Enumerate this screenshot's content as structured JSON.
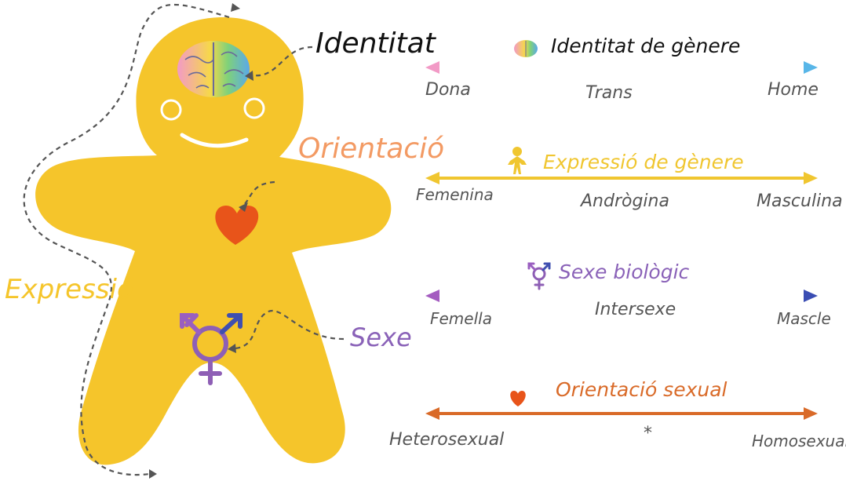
{
  "colors": {
    "body": "#f5c52b",
    "dashed": "#555555",
    "identity_text": "#111111",
    "orientation": "#f39a63",
    "expression": "#f5c52b",
    "sex": "#8a62b8",
    "identity_gradient": [
      "#f29ac6",
      "#f6d84a",
      "#58b6e8"
    ],
    "expression_line": "#f0c630",
    "sex_line": [
      "#9b59b6",
      "#3f4fb0"
    ],
    "orientation_line": "#d96a28",
    "heart": "#e8541a"
  },
  "figure": {
    "identity_label": "Identitat",
    "orientation_label": "Orientació",
    "expression_label": "Expressió",
    "sex_label": "Sexe",
    "icons": [
      "brain-icon",
      "heart-icon",
      "transgender-symbol-icon"
    ]
  },
  "spectra": [
    {
      "id": "gender-identity",
      "icon": "brain-icon",
      "title": "Identitat de gènere",
      "left": "Dona",
      "middle": "Trans",
      "right": "Home"
    },
    {
      "id": "gender-expression",
      "icon": "person-icon",
      "title": "Expressió de gènere",
      "left": "Femenina",
      "middle": "Andrògina",
      "right": "Masculina"
    },
    {
      "id": "biological-sex",
      "icon": "transgender-symbol-icon",
      "title": "Sexe biològic",
      "left": "Femella",
      "middle": "Intersexe",
      "right": "Mascle"
    },
    {
      "id": "sexual-orientation",
      "icon": "heart-icon",
      "title": "Orientació sexual",
      "left": "Heterosexual",
      "middle": "*",
      "right": "Homosexual"
    }
  ]
}
